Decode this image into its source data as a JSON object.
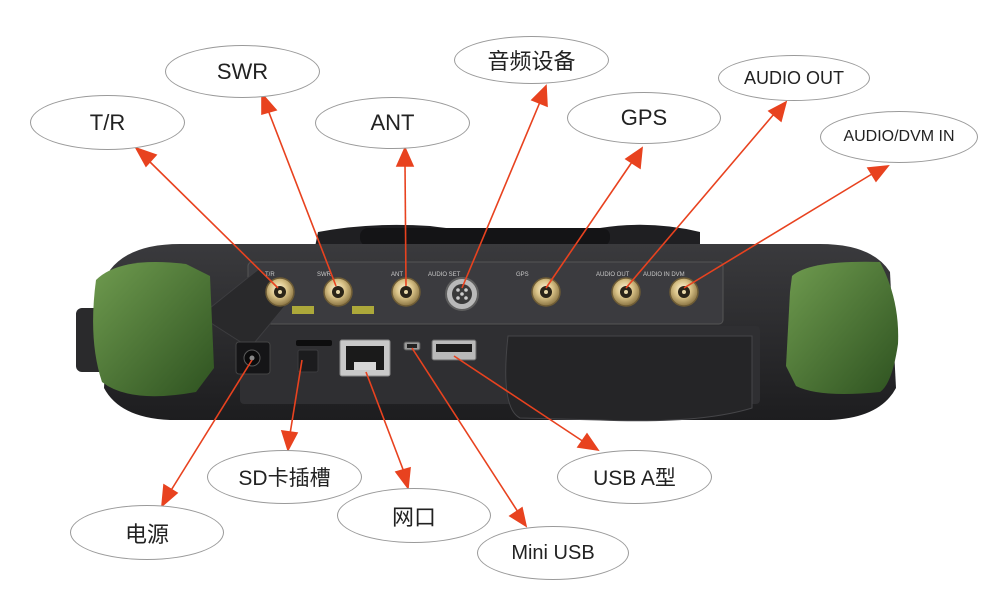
{
  "labels": {
    "tr": "T/R",
    "swr": "SWR",
    "ant": "ANT",
    "audio_device": "音频设备",
    "gps": "GPS",
    "audio_out": "AUDIO OUT",
    "audio_dvm_in": "AUDIO/DVM IN",
    "power": "电源",
    "sd_slot": "SD卡插槽",
    "network": "网口",
    "mini_usb": "Mini USB",
    "usb_a": "USB A型"
  },
  "device": {
    "port_labels": {
      "tr": "T/R",
      "swr": "SWR",
      "ant": "ANT",
      "audio_set": "AUDIO SET",
      "gps": "GPS",
      "audio_out": "AUDIO OUT",
      "audio_in": "AUDIO IN DVM"
    }
  },
  "colors": {
    "arrow": "#e8421f",
    "bumper": "#3e6a2c",
    "body": "#2c2c2e",
    "panel": "#38383b",
    "connector": "#c9b27a"
  }
}
